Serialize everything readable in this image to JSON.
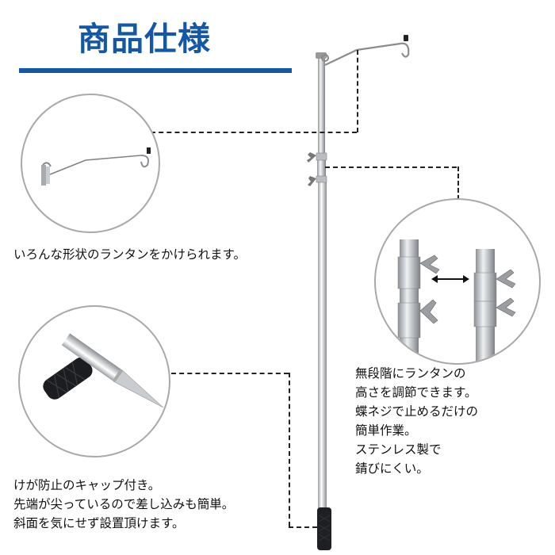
{
  "header": {
    "title": "商品仕様",
    "accent_color": "#1457a6"
  },
  "features": [
    {
      "id": "hook",
      "image": "lantern-hook-arm-closeup",
      "caption_lines": [
        "いろんな形状のランタンをかけられます。"
      ]
    },
    {
      "id": "height-adjust",
      "image": "wing-nut-telescopic-joint-closeup",
      "caption_lines": [
        "無段階にランタンの",
        "高さを調節できます。",
        "蝶ネジで止めるだけの",
        "簡単作業。",
        "ステンレス製で",
        "錆びにくい。"
      ]
    },
    {
      "id": "tip-cap",
      "image": "rubber-cap-and-pointed-tip-closeup",
      "caption_lines": [
        "けが防止のキャップ付き。",
        "先端が尖っているので差し込みも簡単。",
        "斜面を気にせず設置頂けます。"
      ]
    }
  ],
  "product_image": "stainless-lantern-pole-stand",
  "colors": {
    "circle_border": "#a9a9a9",
    "dash_line": "#222222",
    "text": "#111111"
  }
}
